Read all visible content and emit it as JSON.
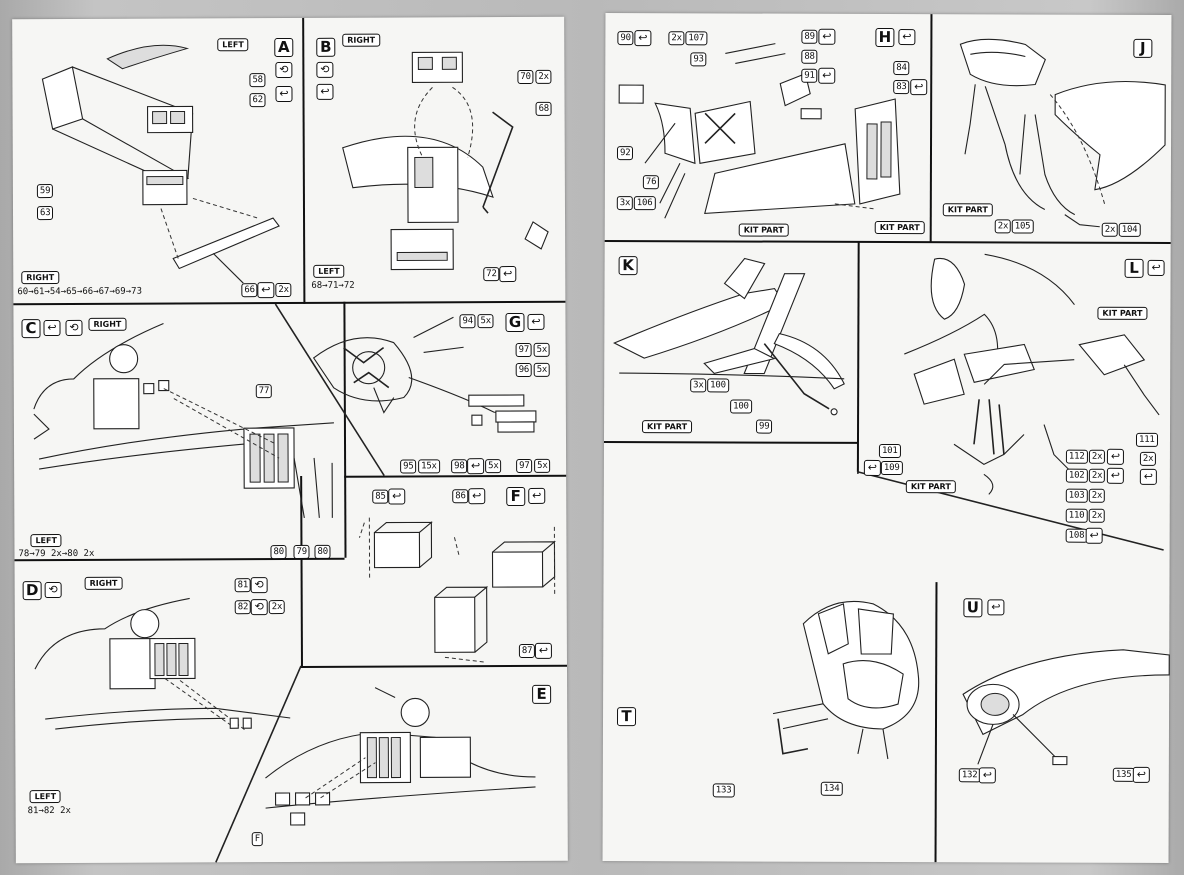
{
  "left": {
    "A": {
      "letter": "A",
      "tag": "LEFT",
      "n1": "58",
      "n2": "62",
      "n3": "59",
      "n4": "63",
      "sub_tag": "RIGHT",
      "seq": "60→61→54→65→66→67→69→73",
      "n5": "66",
      "n5_qty": "2x"
    },
    "B": {
      "letter": "B",
      "tag": "RIGHT",
      "n1": "70",
      "n1_qty": "2x",
      "n2": "68",
      "n3": "72",
      "sub_tag": "LEFT",
      "seq": "68→71→72"
    },
    "C": {
      "letter": "C",
      "tag": "RIGHT",
      "n1": "77",
      "sub_tag": "LEFT",
      "seq": "78→79 2x→80 2x",
      "p1": "80",
      "p2": "79",
      "p3": "80"
    },
    "G": {
      "letter": "G",
      "n1": "94",
      "n1_qty": "5x",
      "n2": "97",
      "n2_qty": "5x",
      "n3": "96",
      "n3_qty": "5x",
      "n4": "95",
      "n4_qty": "15x",
      "n5": "98",
      "n5_qty": "5x",
      "n6": "97",
      "n6_qty": "5x"
    },
    "F": {
      "letter": "F",
      "n1": "85",
      "n2": "86",
      "n3": "87"
    },
    "D": {
      "letter": "D",
      "tag": "RIGHT",
      "n1": "81",
      "n2": "82",
      "n2_qty": "2x",
      "sub_tag": "LEFT",
      "seq": "81→82 2x"
    },
    "E": {
      "letter": "E",
      "f_label": "F"
    }
  },
  "right": {
    "H": {
      "letter": "H",
      "n90": "90",
      "n107": "107",
      "n107_qty": "2x",
      "n89": "89",
      "n88": "88",
      "n93": "93",
      "n91": "91",
      "n84": "84",
      "n83": "83",
      "n92": "92",
      "n76": "76",
      "n106": "106",
      "n106_qty": "3x",
      "kit1": "KIT PART",
      "kit2": "KIT PART"
    },
    "J": {
      "letter": "J",
      "kit": "KIT PART",
      "n105": "105",
      "n105_qty": "2x",
      "n104": "104",
      "n104_qty": "2x"
    },
    "K": {
      "letter": "K",
      "n100a": "100",
      "n100a_qty": "3x",
      "n100b": "100",
      "n99": "99",
      "kit": "KIT PART"
    },
    "L": {
      "letter": "L",
      "kit1": "KIT PART",
      "kit2": "KIT PART",
      "n101": "101",
      "n109": "109",
      "n112": "112",
      "n112_qty": "2x",
      "n102": "102",
      "n102_qty": "2x",
      "n103": "103",
      "n103_qty": "2x",
      "n110": "110",
      "n110_qty": "2x",
      "n108": "108",
      "n111": "111",
      "n111_qty": "2x"
    },
    "T": {
      "letter": "T",
      "n133": "133",
      "n134": "134"
    },
    "U": {
      "letter": "U",
      "n132": "132",
      "n135": "135"
    }
  }
}
